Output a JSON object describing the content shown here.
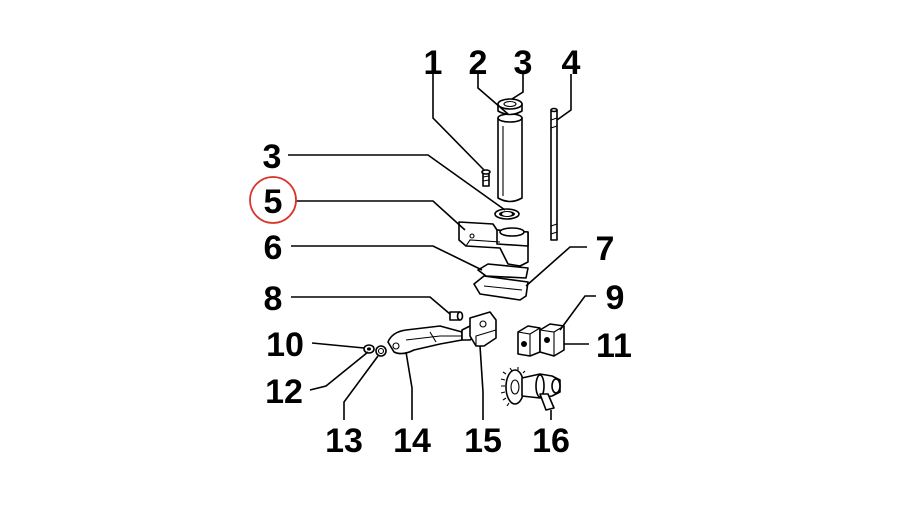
{
  "diagram": {
    "highlight_color": "#d9342b",
    "highlighted_label": "5",
    "labels": {
      "l1": "1",
      "l2": "2",
      "l3_top": "3",
      "l4": "4",
      "l3_left": "3",
      "l5": "5",
      "l6": "6",
      "l7": "7",
      "l8": "8",
      "l9": "9",
      "l10": "10",
      "l11": "11",
      "l12": "12",
      "l13": "13",
      "l14": "14",
      "l15": "15",
      "l16": "16"
    }
  }
}
